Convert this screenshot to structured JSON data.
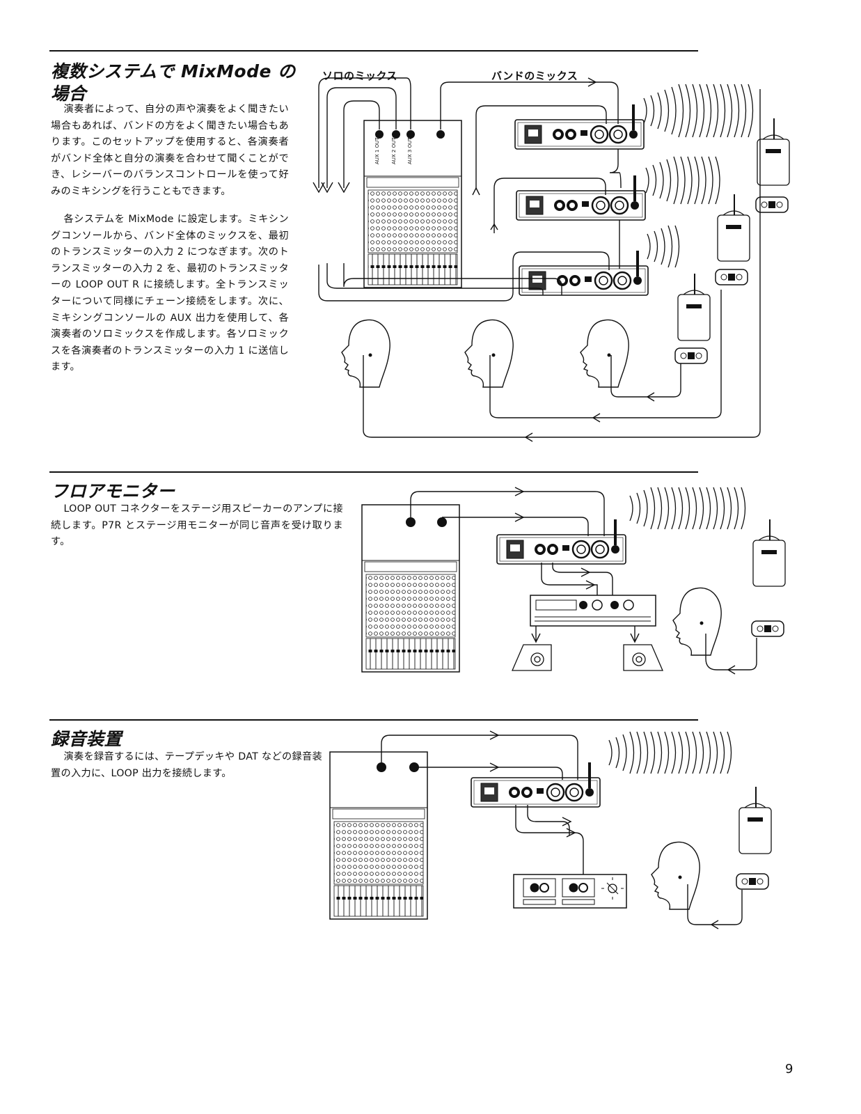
{
  "sections": [
    {
      "title_line1": "複数システムで MixMode の",
      "title_line2": "場合",
      "paragraphs": [
        "演奏者によって、自分の声や演奏をよく聞きたい場合もあれば、バンドの方をよく聞きたい場合もあります。このセットアップを使用すると、各演奏者がバンド全体と自分の演奏を合わせて聞くことができ、レシーバーのバランスコントロールを使って好みのミキシングを行うこともできます。",
        "各システムを MixMode に設定します。ミキシングコンソールから、バンド全体のミックスを、最初のトランスミッターの入力 2 につなぎます。次のトランスミッターの入力 2 を、最初のトランスミッターの LOOP OUT R に接続します。全トランスミッターについて同様にチェーン接続をします。次に、ミキシングコンソールの AUX 出力を使用して、各演奏者のソロミックスを作成します。各ソロミックスを各演奏者のトランスミッターの入力 1 に送信します。"
      ],
      "diagram_labels": {
        "solo_mix": "ソロのミックス",
        "band_mix": "バンドのミックス",
        "aux_outs": [
          "AUX 1 OUT",
          "AUX 2 OUT",
          "AUX 3 OUT"
        ]
      }
    },
    {
      "title": "フロアモニター",
      "paragraphs": [
        "LOOP OUT コネクターをステージ用スピーカーのアンプに接続します。P7R とステージ用モニターが同じ音声を受け取ります。"
      ]
    },
    {
      "title": "録音装置",
      "paragraphs": [
        "演奏を録音するには、テープデッキや DAT などの録音装置の入力に、LOOP 出力を接続します。"
      ]
    }
  ],
  "page_number": "9"
}
